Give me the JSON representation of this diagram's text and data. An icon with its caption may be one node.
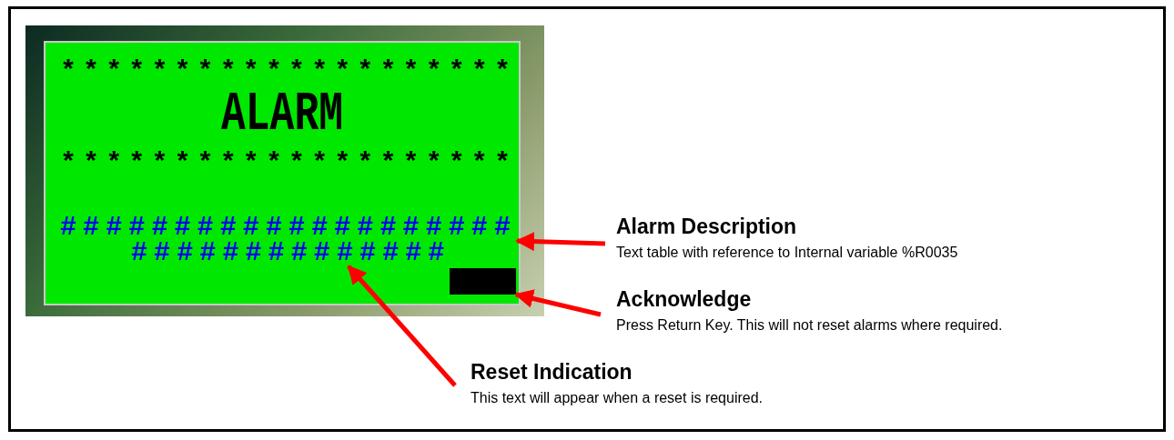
{
  "diagram": {
    "nodes": [
      {
        "text": [
          "********************",
          "ALARM",
          "********************"
        ]
      },
      {
        "text": [
          "####################"
        ],
        "in": 0
      },
      {
        "text": [
          "##############"
        ],
        "in": 0
      },
      {
        "text": [],
        "shape": "box",
        "in": 0
      },
      {
        "text": [
          "Alarm Description",
          "Text table with reference to Internal variable %R0035"
        ]
      },
      {
        "text": [
          "Acknowledge",
          "Press Return Key. This will not reset alarms where required."
        ]
      },
      {
        "text": [
          "Reset Indication",
          "This text will appear when a reset is required."
        ]
      }
    ],
    "edges": [
      {
        "from": 4,
        "to": 1,
        "arrow": "to"
      },
      {
        "from": 5,
        "to": 3,
        "arrow": "to"
      },
      {
        "from": 6,
        "to": 2,
        "arrow": "to"
      }
    ]
  }
}
